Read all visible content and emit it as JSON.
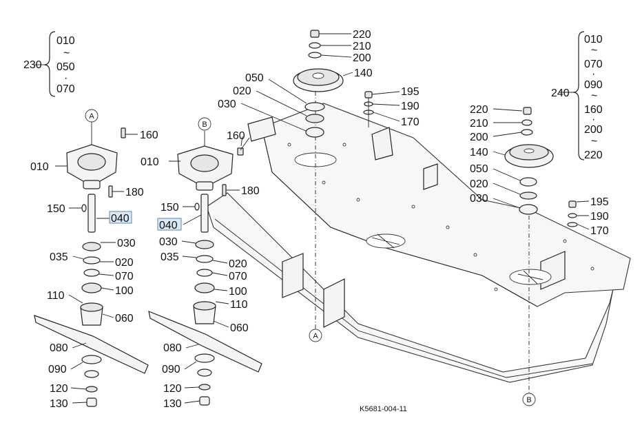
{
  "diagram": {
    "image_code": "K5681-004-11",
    "refs": {
      "a": "A",
      "b": "B"
    },
    "group_left": {
      "number": "230",
      "items": [
        "010",
        "~",
        "050",
        "·",
        "070"
      ]
    },
    "group_right": {
      "number": "240",
      "items": [
        "010",
        "~",
        "070",
        "·",
        "090",
        "~",
        "160",
        "·",
        "200",
        "~",
        "220"
      ]
    },
    "left_assembly": {
      "p160": "160",
      "p010": "010",
      "p180": "180",
      "p150": "150",
      "p040": "040",
      "p030": "030",
      "p035": "035",
      "p020": "020",
      "p070": "070",
      "p100": "100",
      "p110": "110",
      "p060": "060",
      "p080": "080",
      "p090": "090",
      "p120": "120",
      "p130": "130"
    },
    "mid_assembly": {
      "p160": "160",
      "p010": "010",
      "p180": "180",
      "p150": "150",
      "p040": "040",
      "p030": "030",
      "p035": "035",
      "p020": "020",
      "p070": "070",
      "p100": "100",
      "p110": "110",
      "p060": "060",
      "p080": "080",
      "p090": "090",
      "p120": "120",
      "p130": "130"
    },
    "top_pulley": {
      "p220": "220",
      "p210": "210",
      "p200": "200",
      "p140": "140",
      "p050": "050",
      "p020": "020",
      "p030": "030",
      "p195": "195",
      "p190": "190",
      "p170": "170"
    },
    "right_pulley": {
      "p220": "220",
      "p210": "210",
      "p200": "200",
      "p140": "140",
      "p050": "050",
      "p020": "020",
      "p030": "030",
      "p195": "195",
      "p190": "190",
      "p170": "170"
    }
  }
}
